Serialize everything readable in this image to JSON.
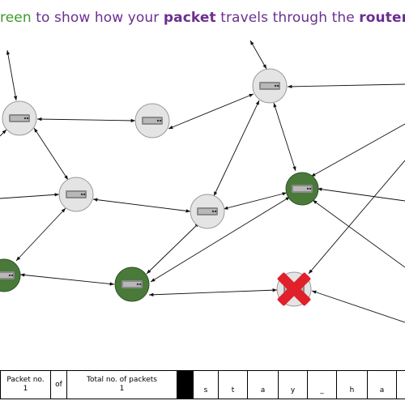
{
  "instruction": {
    "part1": "reen",
    "part2": " to show how your ",
    "part3": "packet",
    "part4": " travels through the ",
    "part5": "routers",
    "part6": "."
  },
  "colors": {
    "router_grey": "#e4e4e4",
    "router_green": "#4a7a3a",
    "failed_red": "#e0202a",
    "instruction_purple": "#6a2f8f",
    "instruction_green": "#3c9a2d"
  },
  "routers": [
    {
      "id": "r1",
      "state": "grey",
      "icon": "router-icon"
    },
    {
      "id": "r2",
      "state": "grey",
      "icon": "router-icon"
    },
    {
      "id": "r3",
      "state": "grey",
      "icon": "router-icon"
    },
    {
      "id": "r4",
      "state": "grey",
      "icon": "router-icon"
    },
    {
      "id": "r5",
      "state": "grey",
      "icon": "router-icon"
    },
    {
      "id": "r6",
      "state": "green",
      "icon": "router-icon"
    },
    {
      "id": "r7",
      "state": "green",
      "icon": "router-icon"
    },
    {
      "id": "r8",
      "state": "green",
      "icon": "router-icon"
    },
    {
      "id": "r9",
      "state": "failed",
      "icon": "red-cross-icon"
    }
  ],
  "table": {
    "packet_no_label": "Packet no.",
    "packet_no_value": "1",
    "of_label": "of",
    "total_label": "Total no. of packets",
    "total_value": "1",
    "letters": [
      "s",
      "t",
      "a",
      "y",
      "_",
      "h",
      "a",
      ""
    ]
  }
}
